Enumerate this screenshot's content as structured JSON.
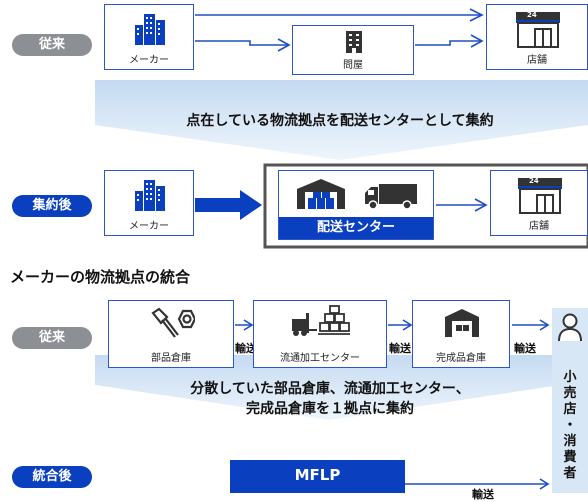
{
  "section1": {
    "before_label": "従来",
    "after_label": "集約後",
    "maker_label": "メーカー",
    "wholesaler_label": "問屋",
    "store_label": "店舗",
    "caption": "点在している物流拠点を配送センターとして集約",
    "dc_label": "配送センター",
    "store_badge": "24"
  },
  "section2": {
    "title": "メーカーの物流拠点の統合",
    "before_label": "従来",
    "after_label": "統合後",
    "parts_label": "部品倉庫",
    "process_label": "流通加工センター",
    "finished_label": "完成品倉庫",
    "transport_label": "輸送",
    "caption_line1": "分散していた部品倉庫、流通加工センター、",
    "caption_line2": "完成品倉庫を１拠点に集約",
    "mflp_label": "MFLP",
    "consumer_label": [
      "小",
      "売",
      "店",
      "・",
      "消",
      "費",
      "者"
    ]
  },
  "colors": {
    "accent_blue": "#0a3fbf",
    "pill_gray": "#8c8f94",
    "light_blue": "#d7e7f6",
    "border_blue": "#2d55c8"
  }
}
